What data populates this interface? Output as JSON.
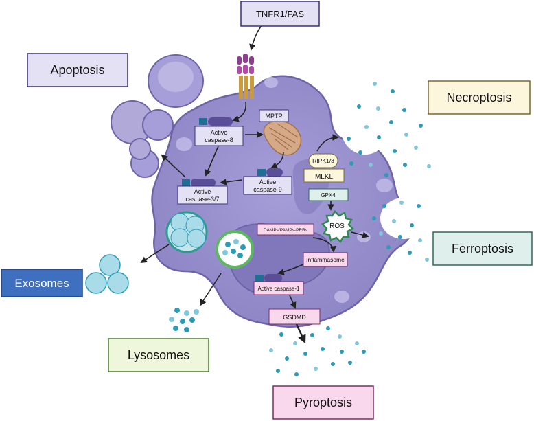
{
  "categories": {
    "apoptosis": "Apoptosis",
    "necroptosis": "Necroptosis",
    "ferroptosis": "Ferroptosis",
    "pyroptosis": "Pyroptosis",
    "exosomes": "Exosomes",
    "lysosomes": "Lysosomes"
  },
  "receptor": "TNFR1/FAS",
  "labels": {
    "mptp": "MPTP",
    "active_caspase_8_line1": "Active",
    "active_caspase_8_line2": "caspase-8",
    "active_caspase_9_line1": "Active",
    "active_caspase_9_line2": "caspase-9",
    "active_caspase_37_line1": "Active",
    "active_caspase_37_line2": "caspase-3/7",
    "ripk": "RIPK1/3",
    "mlkl": "MLKL",
    "gpx4": "GPX4",
    "ros": "ROS",
    "damps": "DAMPs/PAMPs-PRRs",
    "inflammasome": "Inflammasome",
    "active_caspase_1": "Active caspase-1",
    "gsdmd": "GSDMD"
  },
  "colors": {
    "cell": "#9b93cf",
    "cell_dark": "#6d64a8",
    "apoptosis_fill": "#e4e1f5",
    "necroptosis_fill": "#fbf6dc",
    "ferroptosis_fill": "#dff0ec",
    "pyroptosis_fill": "#f9d7ec",
    "exosomes_fill": "#3f6fbf",
    "lysosomes_fill": "#eef7dc",
    "dot": "#2b9bb8",
    "green": "#5cb85c"
  }
}
